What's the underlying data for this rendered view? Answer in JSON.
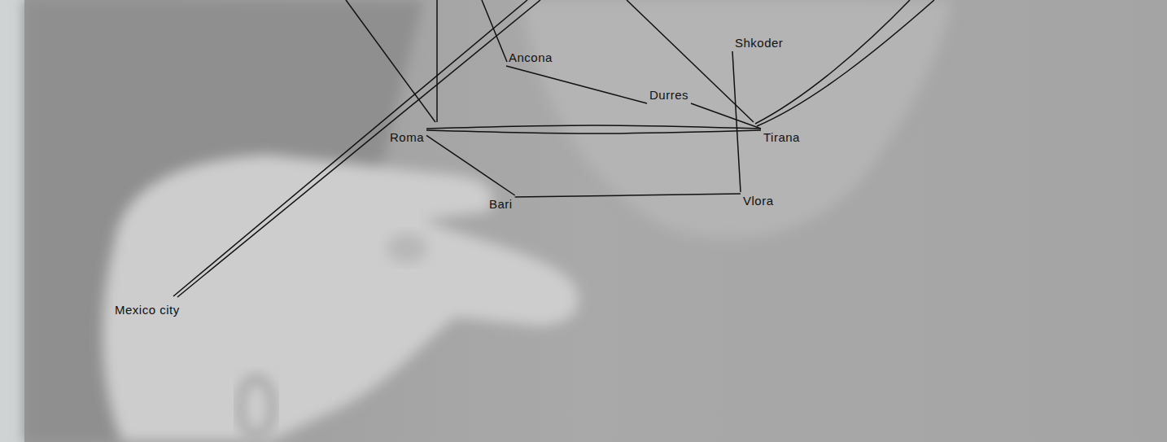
{
  "diagram": {
    "nodes": [
      {
        "text": [
          "Ancona"
        ]
      },
      {
        "text": [
          "Shkoder"
        ]
      },
      {
        "text": [
          "Durres"
        ]
      },
      {
        "text": [
          "Roma"
        ]
      },
      {
        "text": [
          "Tirana"
        ]
      },
      {
        "text": [
          "Bari"
        ]
      },
      {
        "text": [
          "Vlora"
        ]
      },
      {
        "text": [
          "Mexico city"
        ]
      }
    ],
    "edges": [
      {
        "from": 3,
        "to": 4,
        "arrow": "none"
      },
      {
        "from": 3,
        "to": 4,
        "arrow": "none"
      },
      {
        "from": 3,
        "to": 5,
        "arrow": "none"
      },
      {
        "from": 5,
        "to": 6,
        "arrow": "none"
      },
      {
        "from": 0,
        "to": 2,
        "arrow": "none"
      },
      {
        "from": 2,
        "to": 4,
        "arrow": "none"
      },
      {
        "from": 1,
        "to": 6,
        "arrow": "none"
      }
    ]
  }
}
